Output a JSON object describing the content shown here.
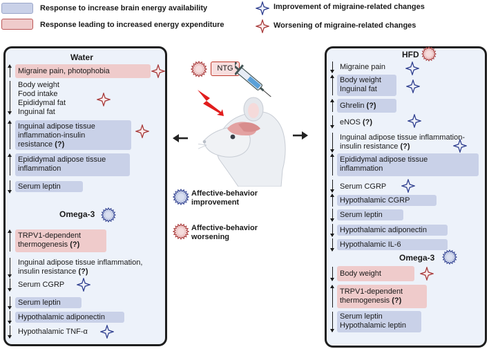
{
  "legend": {
    "blue_label": "Response to increase brain energy availability",
    "pink_label": "Response leading to increased energy expenditure",
    "improve_label": "Improvement of migraine-related changes",
    "worsen_label": "Worsening of migraine-related changes"
  },
  "center": {
    "ntg": "NTG",
    "affective_improve": [
      "Affective-behavior",
      "improvement"
    ],
    "affective_worsen": [
      "Affective-behavior",
      "worsening"
    ]
  },
  "left": {
    "water_title": "Water",
    "migraine_pain": "Migraine pain, photophobia",
    "body_group": [
      "Body weight",
      "Food intake",
      "Epididymal fat",
      "Inguinal fat"
    ],
    "inguinal_inflam": [
      "Inguinal adipose tissue",
      "inflammation-insulin",
      "resistance (?)"
    ],
    "epididymal_inflam": [
      "Epididymal adipose tissue",
      "inflammation"
    ],
    "serum_leptin": "Serum leptin",
    "omega_title": "Omega-3",
    "trpv1": [
      "TRPV1-dependent",
      "thermogenesis (?)"
    ],
    "inguinal_inflam2": [
      "Inguinal adipose tissue inflammation,",
      "insulin resistance (?)"
    ],
    "serum_cgrp": "Serum CGRP",
    "serum_leptin2": "Serum leptin",
    "hypo_adiponectin": "Hypothalamic adiponectin",
    "hypo_tnf": "Hypothalamic TNF-α"
  },
  "right": {
    "hfd_title": "HFD",
    "migraine_pain": "Migraine pain",
    "body_inguinal": [
      "Body weight",
      "Inguinal fat"
    ],
    "ghrelin": "Ghrelin (?)",
    "enos": "eNOS (?)",
    "inguinal_inflam": [
      "Inguinal adipose tissue inflammation-",
      "insulin resistance (?)"
    ],
    "epididymal_inflam": [
      "Epididymal adipose tissue",
      "inflammation"
    ],
    "serum_cgrp": "Serum CGRP",
    "hypo_cgrp": "Hypothalamic CGRP",
    "serum_leptin": "Serum leptin",
    "hypo_adiponectin": "Hypothalamic adiponectin",
    "hypo_il6": "Hypothalamic IL-6",
    "omega_title": "Omega-3",
    "body_weight": "Body weight",
    "trpv1": [
      "TRPV1-dependent",
      "thermogenesis (?)"
    ],
    "serum_hypo_leptin": [
      "Serum leptin",
      "Hypothalamic leptin"
    ]
  },
  "colors": {
    "blue_box": "#c9d1e8",
    "pink_box": "#efcbcb",
    "panel_bg": "#edf2fa",
    "improve_star": "#2f3f8f",
    "worsen_star": "#a83a3a",
    "bolt": "#e11d1d"
  }
}
